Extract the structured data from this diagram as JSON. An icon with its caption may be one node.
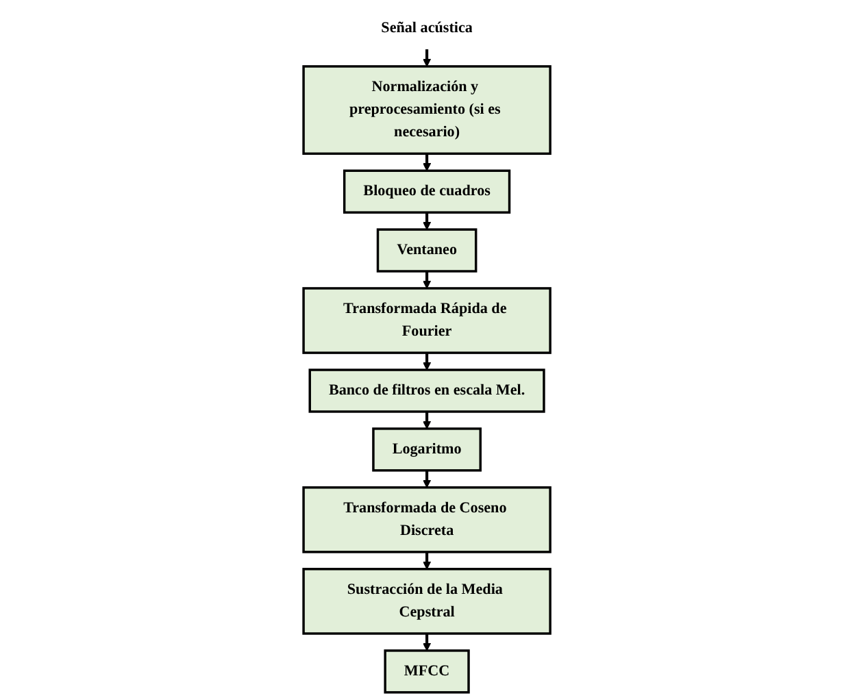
{
  "diagram": {
    "nodes": [
      {
        "text": [
          "Señal acústica"
        ]
      },
      {
        "text": [
          "Normalización y preprocesamiento (si es necesario)"
        ]
      },
      {
        "text": [
          "Bloqueo de cuadros"
        ]
      },
      {
        "text": [
          "Ventaneo"
        ]
      },
      {
        "text": [
          "Transformada Rápida de Fourier"
        ]
      },
      {
        "text": [
          "Banco de filtros en escala Mel."
        ]
      },
      {
        "text": [
          "Logaritmo"
        ]
      },
      {
        "text": [
          "Transformada de Coseno Discreta"
        ]
      },
      {
        "text": [
          "Sustracción de la Media Cepstral"
        ]
      },
      {
        "text": [
          "MFCC"
        ]
      }
    ],
    "edges": [
      {
        "from": 0,
        "to": 1,
        "arrow": "to"
      },
      {
        "from": 1,
        "to": 2,
        "arrow": "to"
      },
      {
        "from": 2,
        "to": 3,
        "arrow": "to"
      },
      {
        "from": 3,
        "to": 4,
        "arrow": "to"
      },
      {
        "from": 4,
        "to": 5,
        "arrow": "to"
      },
      {
        "from": 5,
        "to": 6,
        "arrow": "to"
      },
      {
        "from": 6,
        "to": 7,
        "arrow": "to"
      },
      {
        "from": 7,
        "to": 8,
        "arrow": "to"
      },
      {
        "from": 8,
        "to": 9,
        "arrow": "to"
      }
    ]
  }
}
